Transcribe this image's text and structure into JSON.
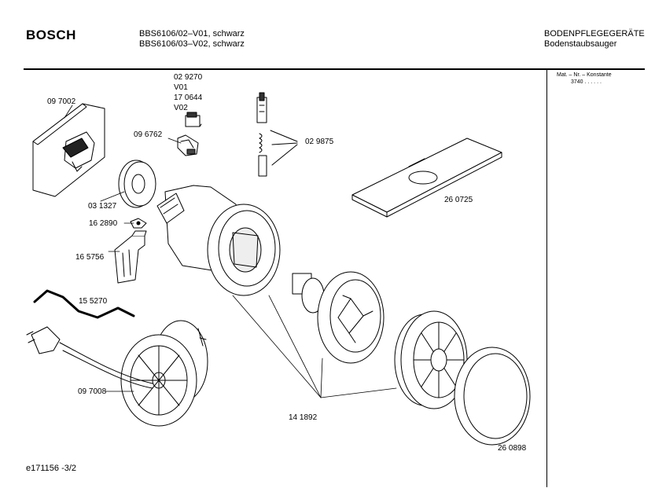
{
  "header": {
    "brand": "BOSCH",
    "model_lines": [
      "BBS6106/02–V01, schwarz",
      "BBS6106/03–V02, schwarz"
    ],
    "category": "BODENPFLEGEGERÄTE",
    "subcategory": "Bodenstaubsauger"
  },
  "side_panel": {
    "header": "Mat. – Nr. – Konstante",
    "value": "3740  .  .  .  .  .  ."
  },
  "part_labels": [
    "09 7002",
    "02 9270",
    "V01",
    "17 0644",
    "V02",
    "09 6762",
    "02 9875",
    "03 1327",
    "26 0725",
    "16 2890",
    "16 5756",
    "15 5270",
    "09 7008",
    "14 1892",
    "26 0898"
  ],
  "footer": {
    "drawing_id": "e171156 -3/2"
  }
}
